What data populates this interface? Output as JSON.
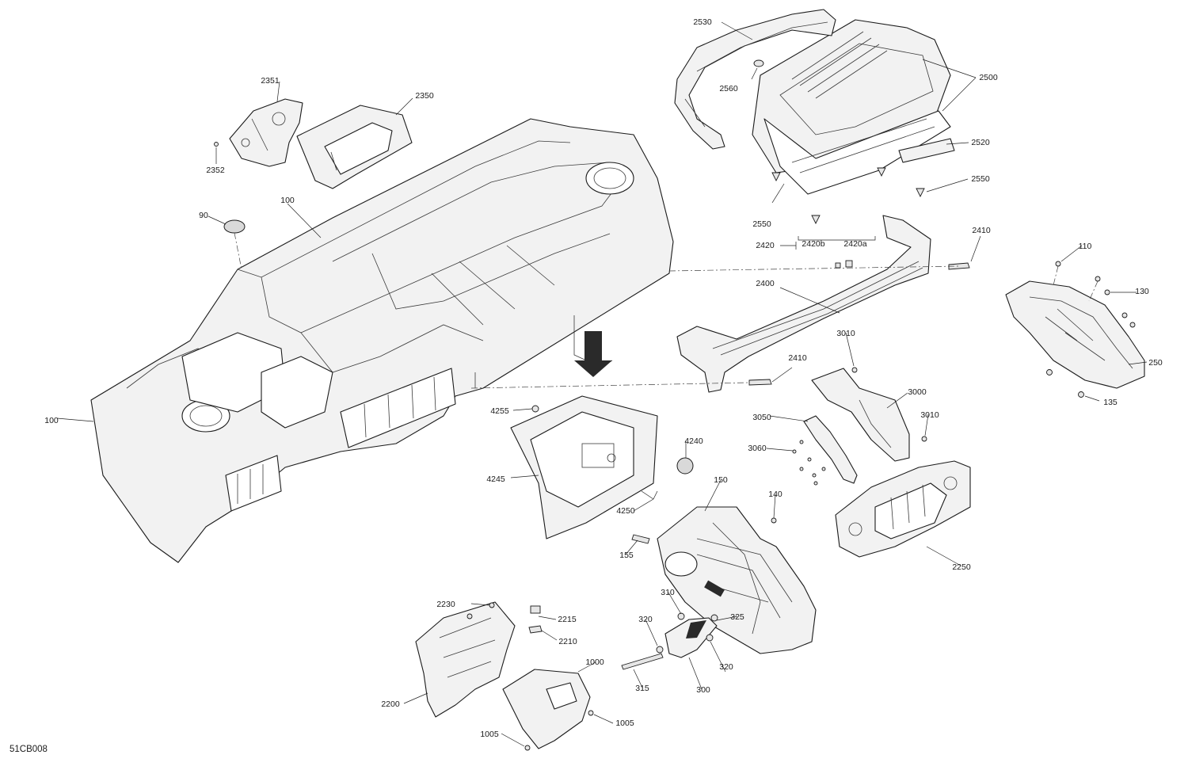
{
  "diagram_id": "51CB008",
  "callouts": {
    "c90": "90",
    "c100_top": "100",
    "c100_left": "100",
    "c110": "110",
    "c130": "130",
    "c135": "135",
    "c140": "140",
    "c150": "150",
    "c155": "155",
    "c250": "250",
    "c300": "300",
    "c310": "310",
    "c315": "315",
    "c320_a": "320",
    "c320_b": "320",
    "c325": "325",
    "c1000": "1000",
    "c1005_a": "1005",
    "c1005_b": "1005",
    "c2200": "2200",
    "c2210": "2210",
    "c2215": "2215",
    "c2230": "2230",
    "c2250": "2250",
    "c2350": "2350",
    "c2351": "2351",
    "c2352": "2352",
    "c2400": "2400",
    "c2410_a": "2410",
    "c2410_b": "2410",
    "c2420": "2420",
    "c2420a": "2420a",
    "c2420b": "2420b",
    "c2500": "2500",
    "c2520": "2520",
    "c2530": "2530",
    "c2550_a": "2550",
    "c2550_b": "2550",
    "c2560": "2560",
    "c3000": "3000",
    "c3010_a": "3010",
    "c3010_b": "3010",
    "c3050": "3050",
    "c3060": "3060",
    "c4240": "4240",
    "c4245": "4245",
    "c4250": "4250",
    "c4255": "4255"
  }
}
